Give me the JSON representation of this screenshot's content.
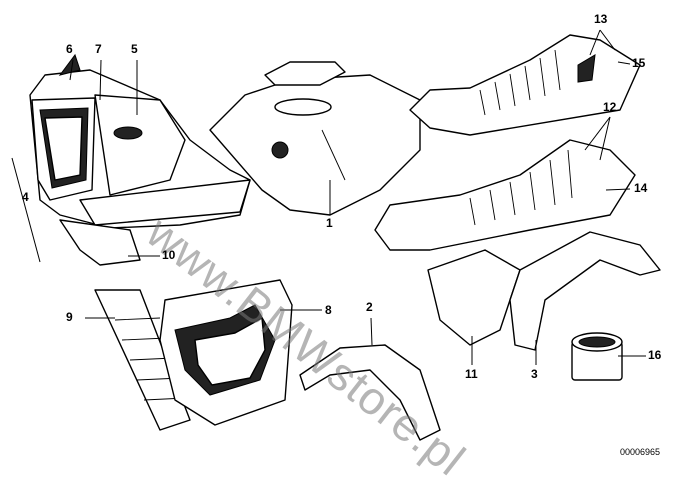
{
  "diagram": {
    "callouts": [
      "1",
      "2",
      "3",
      "4",
      "5",
      "6",
      "7",
      "8",
      "9",
      "10",
      "11",
      "12",
      "13",
      "14",
      "15",
      "16"
    ],
    "diagram_code": "00006965",
    "watermark": "www.BMWstore.pl"
  }
}
